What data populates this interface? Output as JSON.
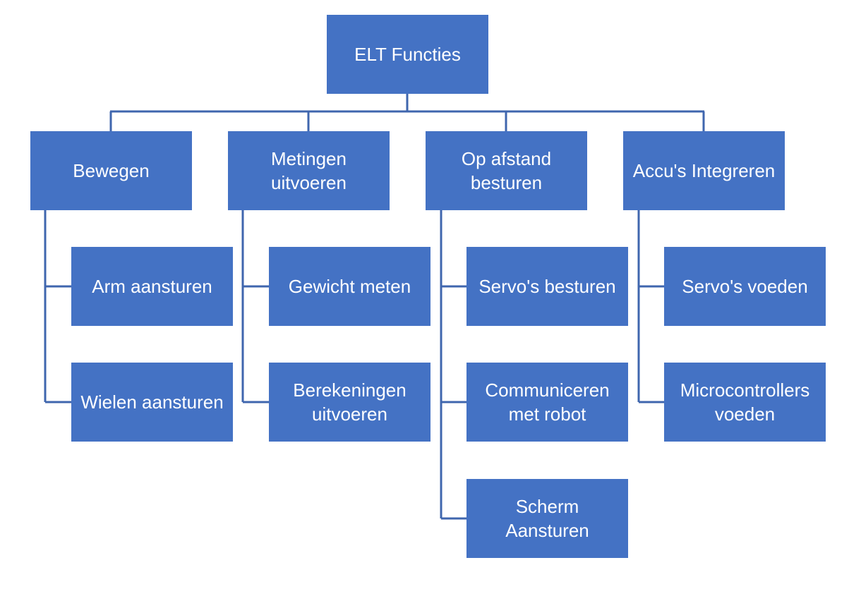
{
  "root": {
    "label": "ELT Functies"
  },
  "groups": [
    {
      "label": "Bewegen",
      "children": [
        "Arm aansturen",
        "Wielen aansturen"
      ]
    },
    {
      "label": "Metingen\nuitvoeren",
      "children": [
        "Gewicht meten",
        "Berekeningen\nuitvoeren"
      ]
    },
    {
      "label": "Op afstand\nbesturen",
      "children": [
        "Servo's besturen",
        "Communiceren\nmet robot",
        "Scherm\nAansturen"
      ]
    },
    {
      "label": "Accu's Integreren",
      "children": [
        "Servo's voeden",
        "Microcontrollers\nvoeden"
      ]
    }
  ],
  "colors": {
    "box_fill": "#4472C4",
    "connector": "#3F66AE",
    "text": "#FFFFFF"
  }
}
